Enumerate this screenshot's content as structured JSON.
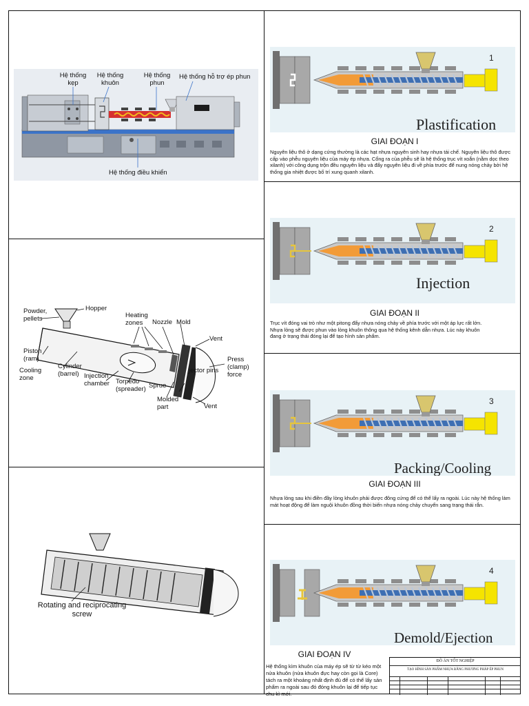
{
  "machine": {
    "labels": {
      "clamp": "Hệ thống\nkẹp",
      "mold": "Hệ thống\nkhuôn",
      "inject": "Hệ thống\nphun",
      "support": "Hệ thống hỗ trợ ép phun",
      "control": "Hệ thống điều khiển"
    }
  },
  "cross_section": {
    "labels": {
      "powder": "Powder,\npellets",
      "hopper": "Hopper",
      "heating": "Heating\nzones",
      "nozzle": "Nozzle",
      "mold": "Mold",
      "vent_top": "Vent",
      "piston": "Piston\n(ram)",
      "cylinder": "Cylinder\n(barrel)",
      "cooling": "Cooling\nzone",
      "injection_chamber": "Injection\nchamber",
      "torpedo": "Torpedo\n(spreader)",
      "sprue": "Sprue",
      "ejector": "jector pins",
      "press": "Press\n(clamp)\nforce",
      "molded": "Molded\npart",
      "vent_bottom": "Vent"
    }
  },
  "screw": {
    "label": "Rotating and reciprocating\nscrew"
  },
  "stages": [
    {
      "number": "1",
      "banner": "Plastification",
      "title": "GIAI ĐOẠN I",
      "text": "Nguyên liệu thô ở dạng cứng thường là các hạt nhựa nguyên sinh hay nhựa tái chế. Nguyên liệu thô được cấp vào phễu nguyên liệu của máy ép nhựa. Cổng ra của phễu sẽ là hệ thống trục vít xoắn (nằm dọc theo xilanh) với công dụng trộn đều nguyên liệu và đẩy nguyên liệu đi về phía trước để nung nóng chảy bởi hệ thống gia nhiệt được bố trí xung quanh xilanh."
    },
    {
      "number": "2",
      "banner": "Injection",
      "title": "GIAI ĐOẠN II",
      "text": "Trục vít đóng vai trò như một pitong đẩy nhựa nóng chảy về phía trước với một áp lực rất lớn. Nhựa lỏng sẽ được phun vào lòng khuôn thông qua hệ thống kênh dẫn nhựa. Lúc này khuôn đang ở trạng thái đóng lại để tạo hình sản phẩm."
    },
    {
      "number": "3",
      "banner": "Packing/Cooling",
      "title": "GIAI ĐOẠN III",
      "text": "Nhựa lỏng sau khi điền đầy lòng khuôn phải được đông cứng để có thể lấy ra ngoài. Lúc này hệ thống làm mát hoạt động để làm nguội khuôn đồng thời biến nhựa nóng chảy chuyển sang trạng thái rắn."
    },
    {
      "number": "4",
      "banner": "Demold/Ejection",
      "title": "GIAI ĐOẠN IV",
      "text": "Hệ thống kìm khuôn của máy ép sẽ từ từ kéo một nửa khuôn (nửa khuôn đực hay còn gọi là Core) tách ra một khoảng nhất định đủ để có thể lấy sản phẩm ra ngoài sau đó đóng khuôn lại để tiếp tục chu kì mới."
    }
  ],
  "title_block": {
    "heading": "ĐỒ ÁN TỐT NGHIỆP",
    "subject": "TẠO HÌNH SẢN PHẨM NHỰA BẰNG PHƯƠNG PHÁP ÉP PHUN"
  }
}
